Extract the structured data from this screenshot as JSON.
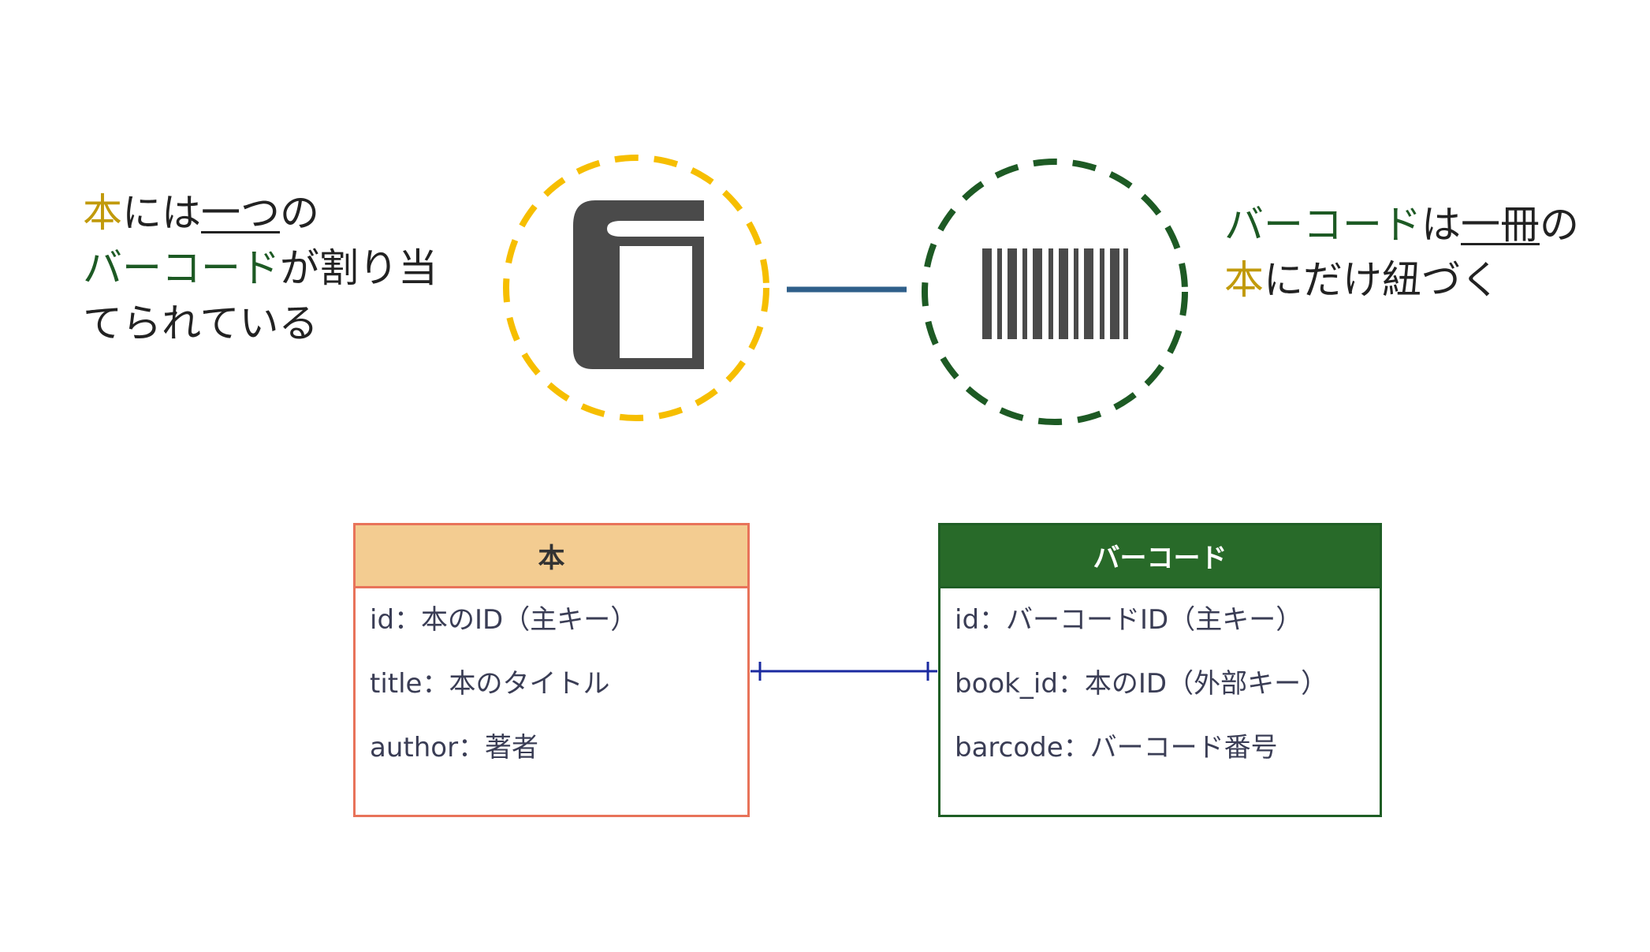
{
  "caption_left": {
    "line1": {
      "part1": "本",
      "part2": "には",
      "part3": "一つ",
      "part4": "の"
    },
    "line2": {
      "part1": "バーコード",
      "part2": "が割り当"
    },
    "line3": "てられている"
  },
  "caption_right": {
    "line1": {
      "part1": "バーコード",
      "part2": "は",
      "part3": "一冊",
      "part4": "の"
    },
    "line2": {
      "part1": "本",
      "part2": "にだけ紐づく"
    }
  },
  "icons": {
    "left": "book-icon",
    "right": "barcode-icon"
  },
  "colors": {
    "gold": "#c19a0b",
    "green": "#1d5a24",
    "circle_left": "#f6be00",
    "circle_right": "#1d5a24",
    "connector": "#2f5f8a",
    "relation_line": "#1a2aa0"
  },
  "entities": {
    "book": {
      "title": "本",
      "fields": [
        "id：本のID（主キー）",
        "title：本のタイトル",
        "author：著者"
      ]
    },
    "barcode": {
      "title": "バーコード",
      "fields": [
        "id：バーコードID（主キー）",
        "book_id：本のID（外部キー）",
        "barcode：バーコード番号"
      ]
    }
  },
  "relationship": {
    "type": "one-to-one"
  }
}
